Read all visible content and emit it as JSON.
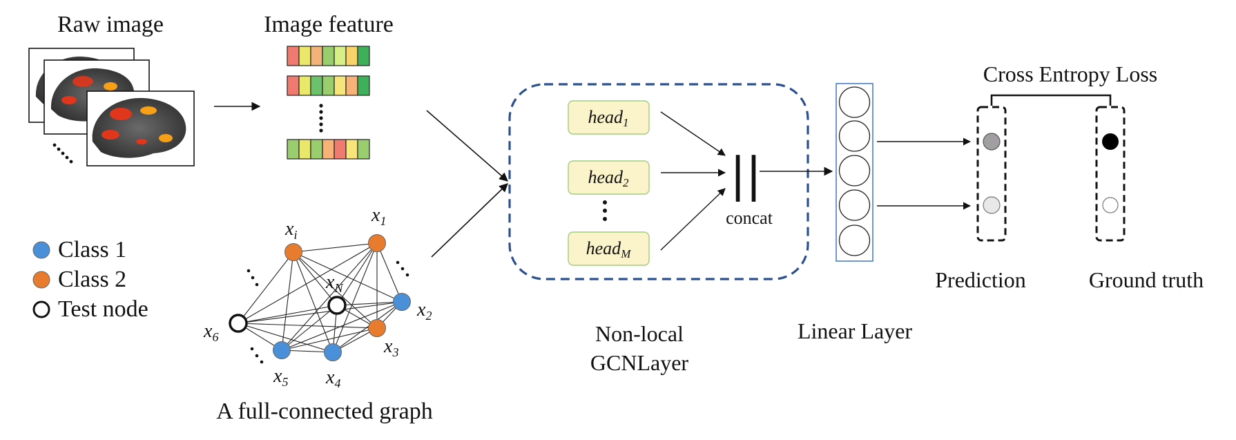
{
  "labels": {
    "raw_image": "Raw image",
    "image_feature": "Image feature",
    "graph_caption": "A full-connected graph",
    "gcn_line1": "Non-local",
    "gcn_line2": "GCNLayer",
    "linear_layer": "Linear Layer",
    "concat": "concat",
    "concat_symbol": "||",
    "loss": "Cross Entropy Loss",
    "prediction": "Prediction",
    "ground_truth": "Ground truth"
  },
  "legend": [
    {
      "label": "Class 1",
      "color": "#4a90d9",
      "kind": "filled"
    },
    {
      "label": "Class 2",
      "color": "#e87c2e",
      "kind": "filled"
    },
    {
      "label": "Test node",
      "color": "#ffffff",
      "kind": "outline"
    }
  ],
  "heads": [
    {
      "base": "head",
      "sub": "1"
    },
    {
      "base": "head",
      "sub": "2"
    },
    {
      "base": "head",
      "sub": "M"
    }
  ],
  "graph_nodes": [
    {
      "base": "x",
      "sub": "i",
      "cls": "class2"
    },
    {
      "base": "x",
      "sub": "1",
      "cls": "class2"
    },
    {
      "base": "x",
      "sub": "N",
      "cls": "test"
    },
    {
      "base": "x",
      "sub": "2",
      "cls": "class1"
    },
    {
      "base": "x",
      "sub": "3",
      "cls": "class2"
    },
    {
      "base": "x",
      "sub": "4",
      "cls": "class1"
    },
    {
      "base": "x",
      "sub": "5",
      "cls": "class1"
    },
    {
      "base": "x",
      "sub": "6",
      "cls": "test"
    }
  ],
  "feature_rows": [
    [
      "#f07a70",
      "#e9e86a",
      "#f3b27a",
      "#9acd6e",
      "#d7ef87",
      "#f7d36a",
      "#3fb05a"
    ],
    [
      "#f07a70",
      "#e9e86a",
      "#6cc26c",
      "#9acd6e",
      "#f7e57b",
      "#f7b277",
      "#3fb05a"
    ],
    [
      "#9acd6e",
      "#e9e86a",
      "#9acd6e",
      "#f7b277",
      "#f07a70",
      "#f7e57b",
      "#9acd6e"
    ]
  ],
  "colors": {
    "class1": "#4a90d9",
    "class2": "#e87c2e",
    "dashed_box": "#2b4f8f",
    "head_fill": "#fbf3c9",
    "head_stroke": "#9fcf7e",
    "linear_stroke": "#4a7fc8"
  }
}
